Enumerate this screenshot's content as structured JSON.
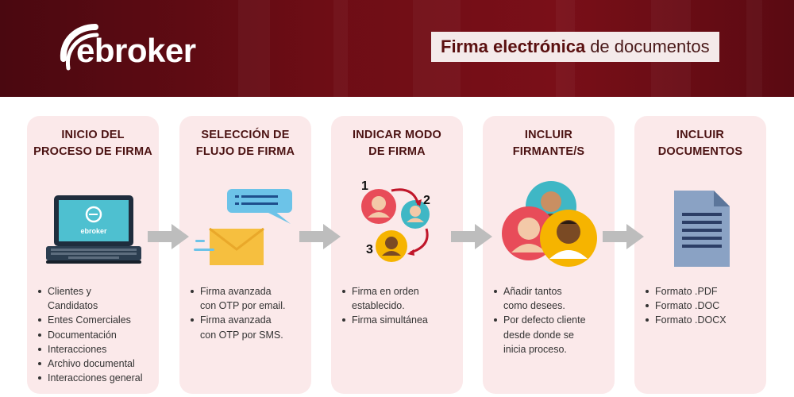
{
  "header": {
    "brand": "ebroker",
    "title_bold": "Firma electrónica",
    "title_rest": "de documentos"
  },
  "colors": {
    "header_bg": "#6d0d15",
    "card_bg": "#fbe9ea",
    "title_text": "#4b1212",
    "arrow": "#bdbdbd"
  },
  "steps": [
    {
      "title_line1": "INICIO DEL",
      "title_line2": "PROCESO DE FIRMA",
      "icon": "laptop-icon",
      "screen_brand": "ebroker",
      "items": [
        "Clientes y",
        "Candidatos",
        "Entes Comerciales",
        "Documentación",
        "Interacciones",
        "Archivo documental",
        "Interacciones general"
      ]
    },
    {
      "title_line1": "SELECCIÓN DE",
      "title_line2": "FLUJO DE FIRMA",
      "icon": "envelope-chat-icon",
      "items": [
        "Firma avanzada",
        "con OTP por email.",
        "Firma avanzada",
        "con OTP por SMS."
      ]
    },
    {
      "title_line1": "INDICAR MODO",
      "title_line2": "DE FIRMA",
      "icon": "signing-order-icon",
      "order_numbers": [
        "1",
        "2",
        "3"
      ],
      "items": [
        "Firma en orden",
        "establecido.",
        "Firma simultánea"
      ]
    },
    {
      "title_line1": "INCLUIR",
      "title_line2": "FIRMANTE/S",
      "icon": "signers-group-icon",
      "items": [
        "Añadir tantos",
        "como  desees.",
        "Por defecto cliente",
        "desde donde se",
        "inicia proceso."
      ]
    },
    {
      "title_line1": "INCLUIR",
      "title_line2": "DOCUMENTOS",
      "icon": "document-icon",
      "items": [
        "Formato .PDF",
        "Formato .DOC",
        "Formato .DOCX"
      ]
    }
  ]
}
